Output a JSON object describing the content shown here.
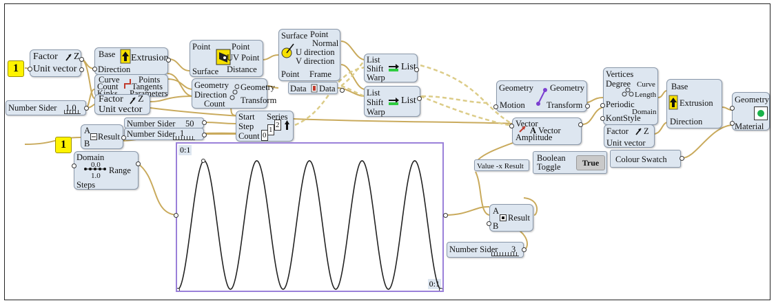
{
  "title": "",
  "panels": [
    {
      "value": "1"
    },
    {
      "value": "1"
    }
  ],
  "unit_vector_1": {
    "in1": "Factor",
    "in2": "Unit vector",
    "out": "Z"
  },
  "extrusion_1": {
    "in1": "Base",
    "in2": "Direction",
    "out": "Extrusion"
  },
  "point_uv": {
    "in1": "Point",
    "in2": "Surface",
    "out1": "Point",
    "out2": "UV Point",
    "out3": "Distance"
  },
  "surface_frame": {
    "in1": "Surface",
    "in2": "Point",
    "out1": "Point",
    "out2": "Normal",
    "out3": "U direction",
    "out4": "V direction",
    "out5": "Frame"
  },
  "curve_tangent": {
    "in1": "Curve",
    "in2": "Count",
    "in3": "Kinks",
    "out1": "Points",
    "out2": "Tangents",
    "out3": "Parameters"
  },
  "unit_vector_2": {
    "in1": "Factor",
    "in2": "Unit vector",
    "out": "Z"
  },
  "number_slider_1": {
    "label": "Number Sider",
    "value": "1.0"
  },
  "transform_1": {
    "in1": "Geometry",
    "in2": "Direction",
    "in3": "Count",
    "out1": "Geometry",
    "out2": "Transform"
  },
  "data_node": {
    "in": "Data",
    "out": "Data"
  },
  "shift_list_1": {
    "in1": "List",
    "in2": "Shift",
    "in3": "Warp",
    "out": "List"
  },
  "shift_list_2": {
    "in1": "List",
    "in2": "Shift",
    "in3": "Warp",
    "out": "List"
  },
  "number_slider_2": {
    "label": "Number Sider",
    "value": "50"
  },
  "number_slider_3": {
    "label": "Number Sider",
    "value": "1"
  },
  "series": {
    "in1": "Start",
    "in2": "Step",
    "in3": "Count",
    "out": "Series",
    "icon_nums": [
      "0",
      "1",
      "2"
    ]
  },
  "division": {
    "in1": "A",
    "in2": "B",
    "out": "Result"
  },
  "range": {
    "in1": "Domain",
    "in2": "Steps",
    "out": "Range",
    "d1": "0.0",
    "d2": "1.0"
  },
  "graph": {
    "label_top": "0:1",
    "label_bottom": "0:1"
  },
  "move_transform": {
    "in1": "Geometry",
    "in2": "Motion",
    "out1": "Geometry",
    "out2": "Transform"
  },
  "amplitude": {
    "in1": "Vector",
    "in2": "Amplitude",
    "out": "Vector"
  },
  "boolean_toggle": {
    "label1": "Boolean",
    "label2": "Toggle",
    "value": "True"
  },
  "negative": {
    "label": "Value -x Result"
  },
  "multiply": {
    "in1": "A",
    "in2": "B",
    "out": "Result"
  },
  "number_slider_4": {
    "label": "Number Sider",
    "value": "3"
  },
  "nurbs_curve": {
    "in1": "Vertices",
    "in2": "Degree",
    "in3": "Periodic",
    "in4": "KontStyle",
    "out1": "Curve",
    "out2": "Length",
    "out3": "Domain"
  },
  "unit_vector_3": {
    "in1": "Factor",
    "in2": "Unit vector",
    "out": "Z"
  },
  "colour_swatch": {
    "label": "Colour Swatch"
  },
  "extrusion_2": {
    "in1": "Base",
    "in2": "Direction",
    "out": "Extrusion"
  },
  "custom_preview": {
    "in1": "Geometry",
    "in2": "Material"
  }
}
